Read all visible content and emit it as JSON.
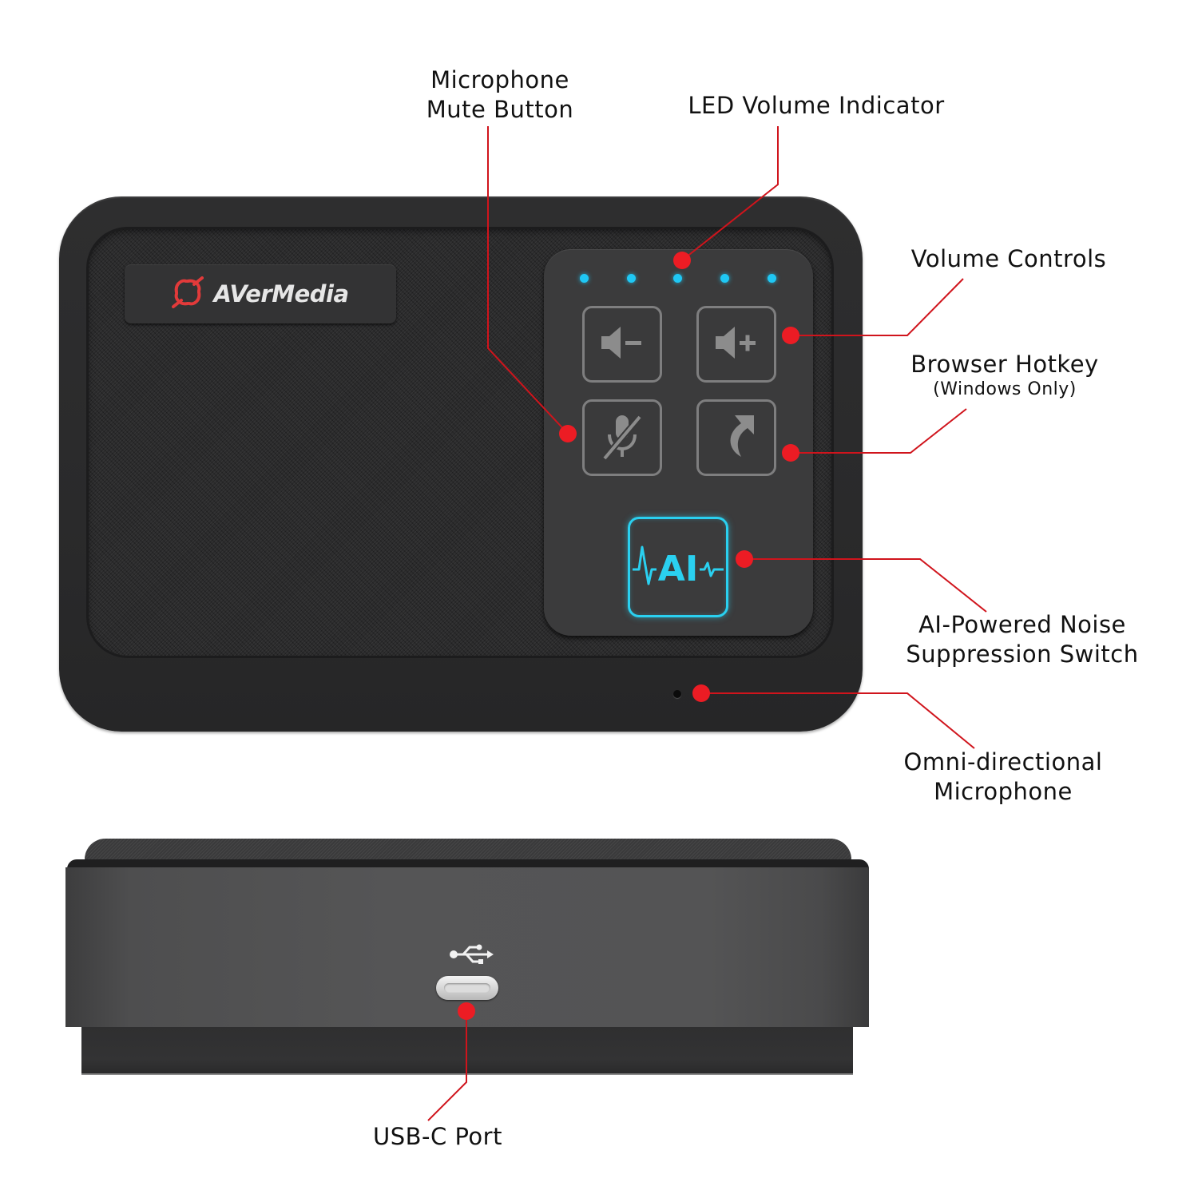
{
  "brand": {
    "logo_text": "AVerMedia",
    "logo_color": "#e23a3a"
  },
  "device": {
    "led_count": 5,
    "led_color": "#1fc8f5",
    "buttons": [
      {
        "id": "volume-down",
        "icon": "speaker-minus-icon"
      },
      {
        "id": "volume-up",
        "icon": "speaker-plus-icon"
      },
      {
        "id": "mic-mute",
        "icon": "microphone-muted-icon"
      },
      {
        "id": "browser-hotkey",
        "icon": "share-arrow-icon"
      }
    ],
    "ai_button": {
      "label": "AI",
      "icon": "heartbeat-wave-icon",
      "color": "#2ad0f0"
    },
    "side_view": {
      "port_icon": "usb-icon",
      "port": "USB-C"
    }
  },
  "callouts": {
    "accent_color": "#ec1c24",
    "mic_mute": {
      "line1": "Microphone",
      "line2": "Mute Button"
    },
    "led_volume": {
      "line1": "LED Volume Indicator"
    },
    "volume_controls": {
      "line1": "Volume Controls"
    },
    "browser_hotkey": {
      "line1": "Browser Hotkey",
      "line2": "(Windows Only)"
    },
    "ai_noise": {
      "line1": "AI-Powered Noise",
      "line2": "Suppression Switch"
    },
    "omni_mic": {
      "line1": "Omni-directional",
      "line2": "Microphone"
    },
    "usb_c": {
      "line1": "USB-C Port"
    }
  }
}
